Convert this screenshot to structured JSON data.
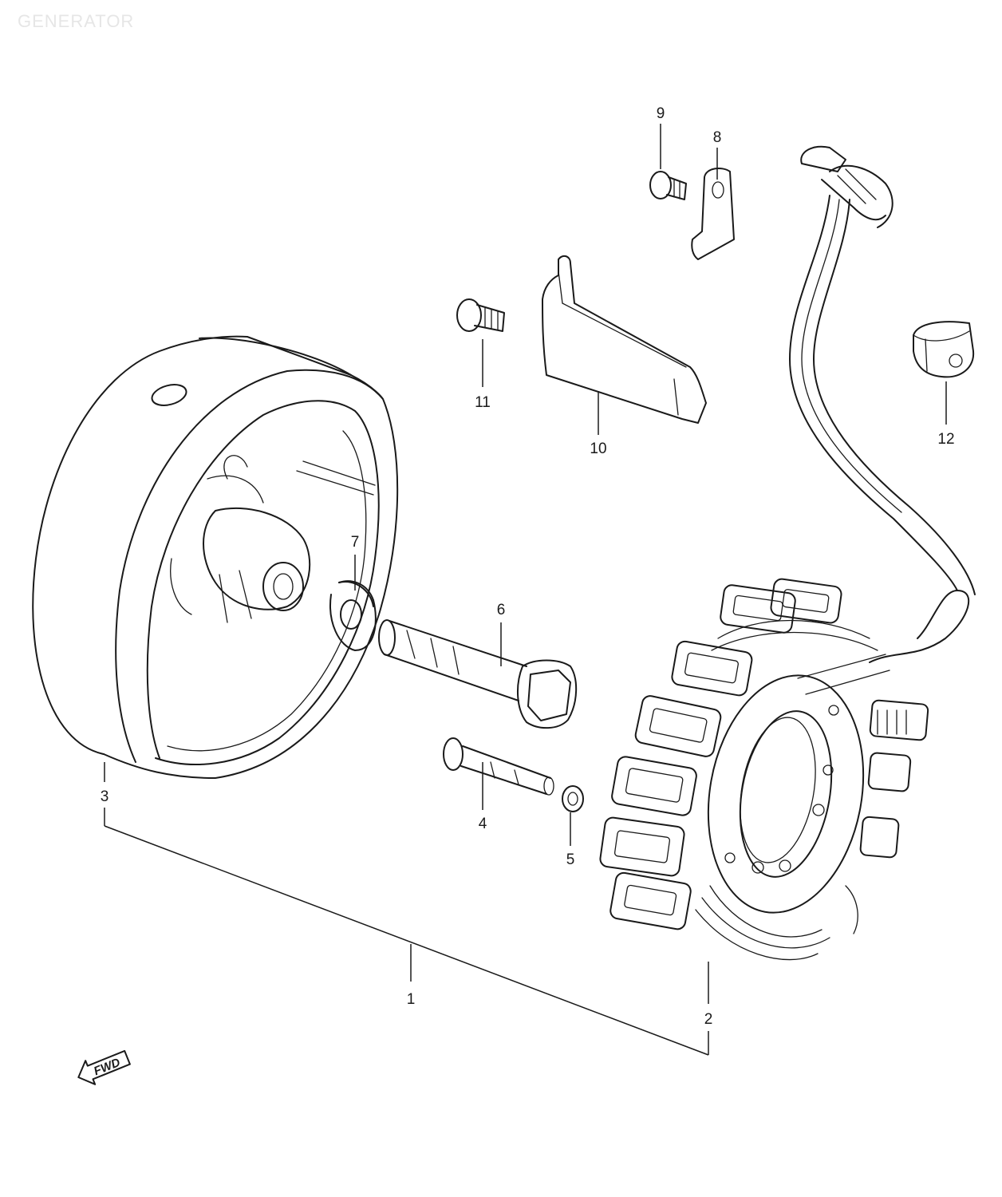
{
  "header": {
    "title": "GENERATOR"
  },
  "callouts": {
    "c1": "1",
    "c2": "2",
    "c3": "3",
    "c4": "4",
    "c5": "5",
    "c6": "6",
    "c7": "7",
    "c8": "8",
    "c9": "9",
    "c10": "10",
    "c11": "11",
    "c12": "12"
  },
  "direction": {
    "label": "FWD",
    "icon": "forward-arrow-icon"
  }
}
